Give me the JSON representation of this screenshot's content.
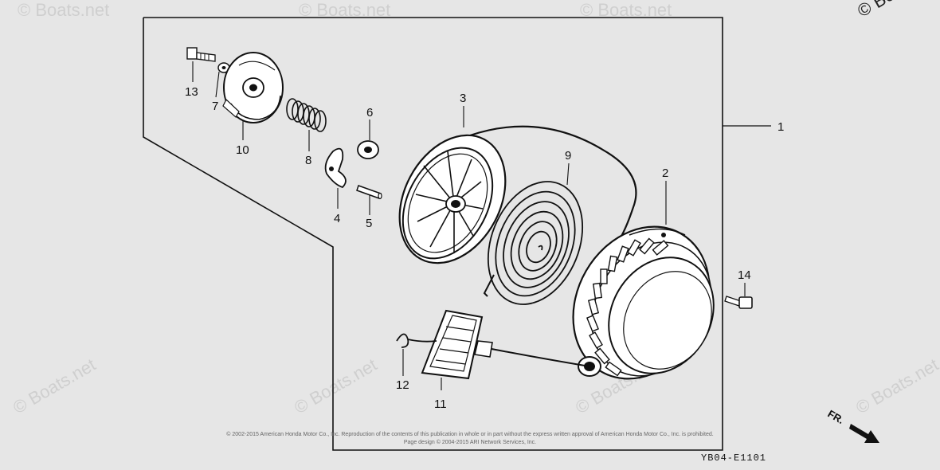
{
  "watermark": "© Boats.net",
  "callouts": {
    "c1": "1",
    "c2": "2",
    "c3": "3",
    "c4": "4",
    "c5": "5",
    "c6": "6",
    "c7": "7",
    "c8": "8",
    "c9": "9",
    "c10": "10",
    "c11": "11",
    "c12": "12",
    "c13": "13",
    "c14": "14"
  },
  "copyright_line1": "© 2002-2015 American Honda Motor Co., Inc. Reproduction of the contents of this publication in whole or in part without the express written approval of American Honda Motor Co., Inc. is prohibited.",
  "copyright_line2": "Page design © 2004-2015 ARI Network Services, Inc.",
  "direction_label": "FR.",
  "diagram_code": "YB04-E1101"
}
